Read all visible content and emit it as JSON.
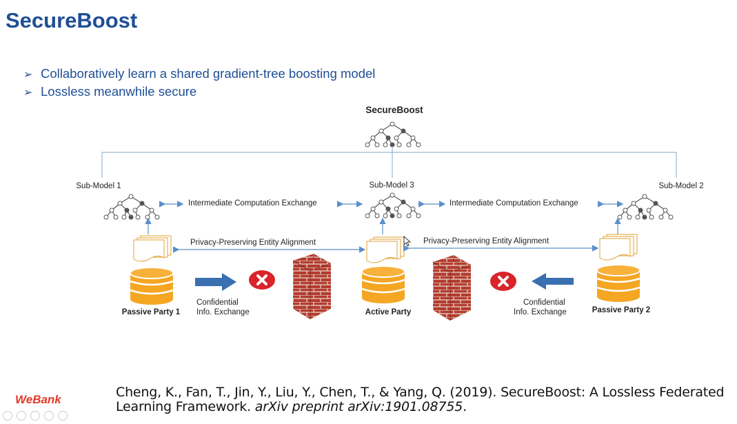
{
  "slide": {
    "title": "SecureBoost",
    "bullets": [
      "Collaboratively learn a shared gradient-tree boosting model",
      "Lossless meanwhile secure"
    ]
  },
  "diagram": {
    "top_label": "SecureBoost",
    "submodels": [
      "Sub-Model 1",
      "Sub-Model 3",
      "Sub-Model 2"
    ],
    "computation_exchange": "Intermediate Computation Exchange",
    "entity_alignment": "Privacy-Preserving Entity Alignment",
    "confidential_line1": "Confidential",
    "confidential_line2": "Info. Exchange",
    "parties": [
      "Passive Party 1",
      "Active Party",
      "Passive Party 2"
    ]
  },
  "citation": {
    "plain": "Cheng, K., Fan, T., Jin, Y., Liu, Y., Chen, T., & Yang, Q. (2019). SecureBoost: A Lossless Federated Learning Framework.",
    "italic": "arXiv preprint arXiv:1901.08755",
    "end": "."
  },
  "logo": "WeBank",
  "colors": {
    "title": "#1f4e96",
    "database": "#f5a623",
    "arrow": "#3a6fb0",
    "x_mark": "#d9242a",
    "brick": "#b43c2e",
    "logo": "#e23a2a"
  }
}
